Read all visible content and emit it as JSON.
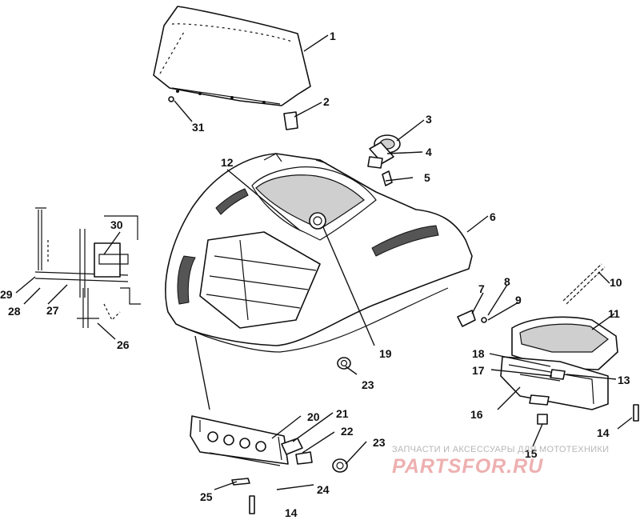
{
  "diagram": {
    "callouts": [
      {
        "id": "c1",
        "label": "1"
      },
      {
        "id": "c2",
        "label": "2"
      },
      {
        "id": "c3",
        "label": "3"
      },
      {
        "id": "c4",
        "label": "4"
      },
      {
        "id": "c5",
        "label": "5"
      },
      {
        "id": "c6",
        "label": "6"
      },
      {
        "id": "c7",
        "label": "7"
      },
      {
        "id": "c8",
        "label": "8"
      },
      {
        "id": "c9",
        "label": "9"
      },
      {
        "id": "c10",
        "label": "10"
      },
      {
        "id": "c11",
        "label": "11"
      },
      {
        "id": "c12",
        "label": "12"
      },
      {
        "id": "c13",
        "label": "13"
      },
      {
        "id": "c14a",
        "label": "14"
      },
      {
        "id": "c14b",
        "label": "14"
      },
      {
        "id": "c15",
        "label": "15"
      },
      {
        "id": "c16",
        "label": "16"
      },
      {
        "id": "c17",
        "label": "17"
      },
      {
        "id": "c18",
        "label": "18"
      },
      {
        "id": "c19",
        "label": "19"
      },
      {
        "id": "c20",
        "label": "20"
      },
      {
        "id": "c21",
        "label": "21"
      },
      {
        "id": "c22",
        "label": "22"
      },
      {
        "id": "c23a",
        "label": "23"
      },
      {
        "id": "c23b",
        "label": "23"
      },
      {
        "id": "c24",
        "label": "24"
      },
      {
        "id": "c25",
        "label": "25"
      },
      {
        "id": "c26",
        "label": "26"
      },
      {
        "id": "c27",
        "label": "27"
      },
      {
        "id": "c28",
        "label": "28"
      },
      {
        "id": "c29",
        "label": "29"
      },
      {
        "id": "c30",
        "label": "30"
      },
      {
        "id": "c31",
        "label": "31"
      }
    ]
  },
  "watermark": {
    "tagline": "ЗАПЧАСТИ И АКСЕССУАРЫ ДЛЯ МОТОТЕХНИКИ",
    "logo": "PARTSFOR.RU",
    "color": "#eeb0b0"
  }
}
